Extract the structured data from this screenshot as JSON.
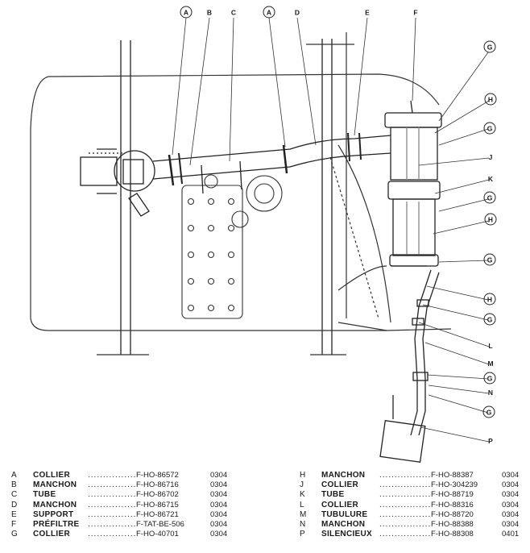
{
  "callouts_top": [
    {
      "letter": "A",
      "circled": true
    },
    {
      "letter": "B",
      "circled": false
    },
    {
      "letter": "C",
      "circled": false
    },
    {
      "letter": "A",
      "circled": true
    },
    {
      "letter": "D",
      "circled": false
    },
    {
      "letter": "E",
      "circled": false
    },
    {
      "letter": "F",
      "circled": false
    }
  ],
  "callouts_right": [
    {
      "letter": "G",
      "circled": true
    },
    {
      "letter": "H",
      "circled": true
    },
    {
      "letter": "G",
      "circled": true
    },
    {
      "letter": "J",
      "circled": false
    },
    {
      "letter": "K",
      "circled": false
    },
    {
      "letter": "G",
      "circled": true
    },
    {
      "letter": "H",
      "circled": true
    },
    {
      "letter": "G",
      "circled": true
    },
    {
      "letter": "H",
      "circled": true
    },
    {
      "letter": "G",
      "circled": true
    },
    {
      "letter": "L",
      "circled": false
    },
    {
      "letter": "M",
      "circled": false
    },
    {
      "letter": "G",
      "circled": true
    },
    {
      "letter": "N",
      "circled": false
    },
    {
      "letter": "G",
      "circled": true
    },
    {
      "letter": "P",
      "circled": false
    }
  ],
  "dots": "..................",
  "parts_left": [
    {
      "code": "A",
      "name": "COLLIER",
      "ref": "F-HO-86572",
      "qty": "0304"
    },
    {
      "code": "B",
      "name": "MANCHON",
      "ref": "F-HO-86716",
      "qty": "0304"
    },
    {
      "code": "C",
      "name": "TUBE",
      "ref": "F-HO-86702",
      "qty": "0304"
    },
    {
      "code": "D",
      "name": "MANCHON",
      "ref": "F-HO-86715",
      "qty": "0304"
    },
    {
      "code": "E",
      "name": "SUPPORT",
      "ref": "F-HO-86721",
      "qty": "0304"
    },
    {
      "code": "F",
      "name": "PRÉFILTRE",
      "ref": "F-TAT-BE-506",
      "qty": "0304"
    },
    {
      "code": "G",
      "name": "COLLIER",
      "ref": "F-HO-40701",
      "qty": "0304"
    }
  ],
  "parts_right": [
    {
      "code": "H",
      "name": "MANCHON",
      "ref": "F-HO-88387",
      "qty": "0304"
    },
    {
      "code": "J",
      "name": "COLLIER",
      "ref": "F-HO-304239",
      "qty": "0304"
    },
    {
      "code": "K",
      "name": "TUBE",
      "ref": "F-HO-88719",
      "qty": "0304"
    },
    {
      "code": "L",
      "name": "COLLIER",
      "ref": "F-HO-88316",
      "qty": "0304"
    },
    {
      "code": "M",
      "name": "TUBULURE",
      "ref": "F-HO-88720",
      "qty": "0304"
    },
    {
      "code": "N",
      "name": "MANCHON",
      "ref": "F-HO-88388",
      "qty": "0304"
    },
    {
      "code": "P",
      "name": "SILENCIEUX",
      "ref": "F-HO-88308",
      "qty": "0401"
    }
  ]
}
